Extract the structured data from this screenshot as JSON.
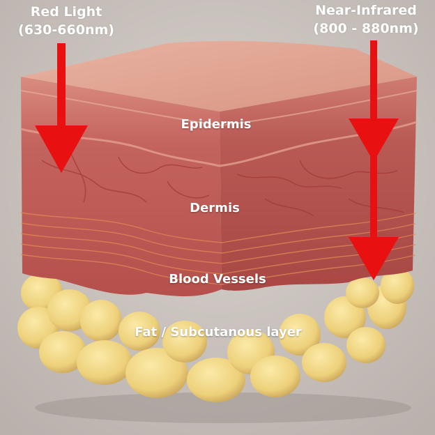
{
  "labels": {
    "red_light_title": "Red Light",
    "red_light_range": "(630-660nm)",
    "nir_title": "Near-Infrared",
    "nir_range": "(800 - 880nm)"
  },
  "layers": {
    "epidermis": "Epidermis",
    "dermis": "Dermis",
    "blood_vessels": "Blood Vessels",
    "fat": "Fat / Subcutanous layer"
  },
  "colors": {
    "arrow": "#e81010",
    "label_text": "#ffffff",
    "background": "#c9c2bd"
  }
}
